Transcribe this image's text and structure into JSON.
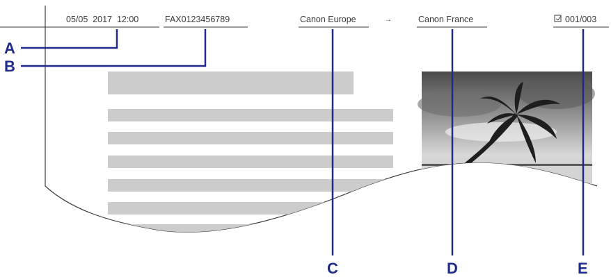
{
  "header": {
    "date_time": "05/05  2017  12:00",
    "fax_number": "FAX0123456789",
    "sender_name": "Canon Europe",
    "arrow": "→",
    "recipient_name": "Canon France",
    "page_icon": "page-icon",
    "page_count": "001/003"
  },
  "callouts": {
    "a": "A",
    "b": "B",
    "c": "C",
    "d": "D",
    "e": "E"
  },
  "colors": {
    "callout": "#1f2a8c",
    "placeholder": "#cccccc",
    "text": "#3a3a3a"
  }
}
